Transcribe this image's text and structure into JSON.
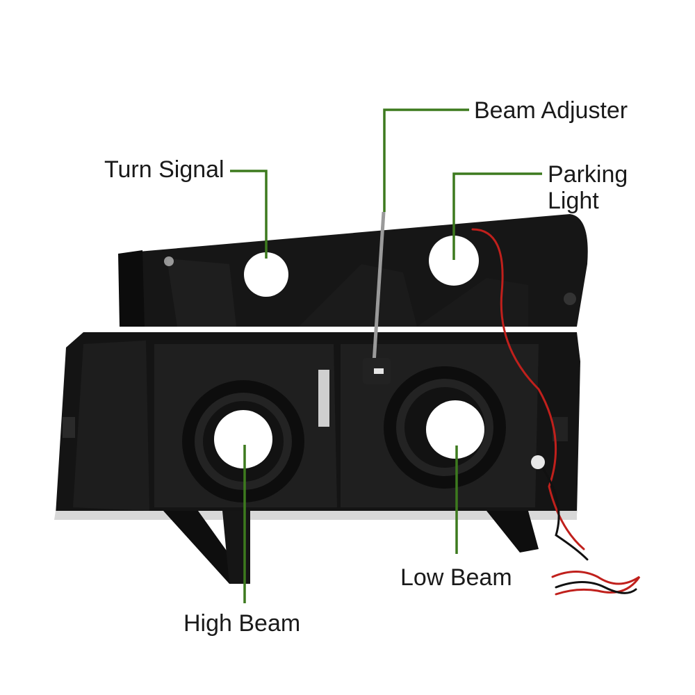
{
  "callouts": {
    "turn_signal": "Turn Signal",
    "beam_adjuster": "Beam Adjuster",
    "parking_light_line1": "Parking",
    "parking_light_line2": "Light",
    "low_beam": "Low Beam",
    "high_beam": "High Beam"
  },
  "colors": {
    "leader_line": "#3d7a1e",
    "housing": "#121212",
    "housing_highlight": "#2b2b2b",
    "lamp_opening": "#ffffff",
    "wire_red": "#c0201c",
    "wire_black": "#111111",
    "label_text": "#1a1a1a"
  }
}
